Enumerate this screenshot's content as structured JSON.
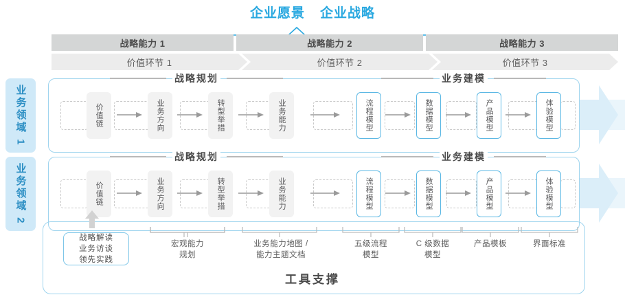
{
  "top": {
    "titles": [
      "企业愿景",
      "企业战略"
    ],
    "accent_color": "#29a8e0"
  },
  "capabilities": [
    {
      "label": "战略能力 1"
    },
    {
      "label": "战略能力 2"
    },
    {
      "label": "战略能力 3"
    }
  ],
  "value_chain": [
    {
      "label": "价值环节 1"
    },
    {
      "label": "价值环节 2"
    },
    {
      "label": "价值环节 3"
    }
  ],
  "domains": [
    {
      "tab_label": "业务领域 1",
      "sections": [
        {
          "title": "战略规划"
        },
        {
          "title": "业务建模"
        }
      ],
      "nodes": [
        {
          "label": "价值链",
          "style": "gray"
        },
        {
          "label": "业务方向",
          "style": "gray"
        },
        {
          "label": "转型举措",
          "style": "gray"
        },
        {
          "label": "业务能力",
          "style": "gray"
        },
        {
          "label": "流程模型",
          "style": "blue"
        },
        {
          "label": "数据模型",
          "style": "blue"
        },
        {
          "label": "产品模型",
          "style": "blue"
        },
        {
          "label": "体验模型",
          "style": "blue"
        }
      ]
    },
    {
      "tab_label": "业务领域 2",
      "sections": [
        {
          "title": "战略规划"
        },
        {
          "title": "业务建模"
        }
      ],
      "nodes": [
        {
          "label": "价值链",
          "style": "gray"
        },
        {
          "label": "业务方向",
          "style": "gray"
        },
        {
          "label": "转型举措",
          "style": "gray"
        },
        {
          "label": "业务能力",
          "style": "gray"
        },
        {
          "label": "流程模型",
          "style": "blue"
        },
        {
          "label": "数据模型",
          "style": "blue"
        },
        {
          "label": "产品模型",
          "style": "blue"
        },
        {
          "label": "体验模型",
          "style": "blue"
        }
      ]
    }
  ],
  "tools": {
    "highlight_box": {
      "lines": [
        "战略解读",
        "业务访谈",
        "领先实践"
      ]
    },
    "labels": [
      {
        "lines": [
          "宏观能力",
          "规划"
        ]
      },
      {
        "lines": [
          "业务能力地图 /",
          "能力主题文档"
        ]
      },
      {
        "lines": [
          "五级流程",
          "模型"
        ]
      },
      {
        "lines": [
          "C 级数据",
          "模型"
        ]
      },
      {
        "lines": [
          "产品模板"
        ]
      },
      {
        "lines": [
          "界面标准"
        ]
      }
    ],
    "footer_title": "工具支撑"
  }
}
